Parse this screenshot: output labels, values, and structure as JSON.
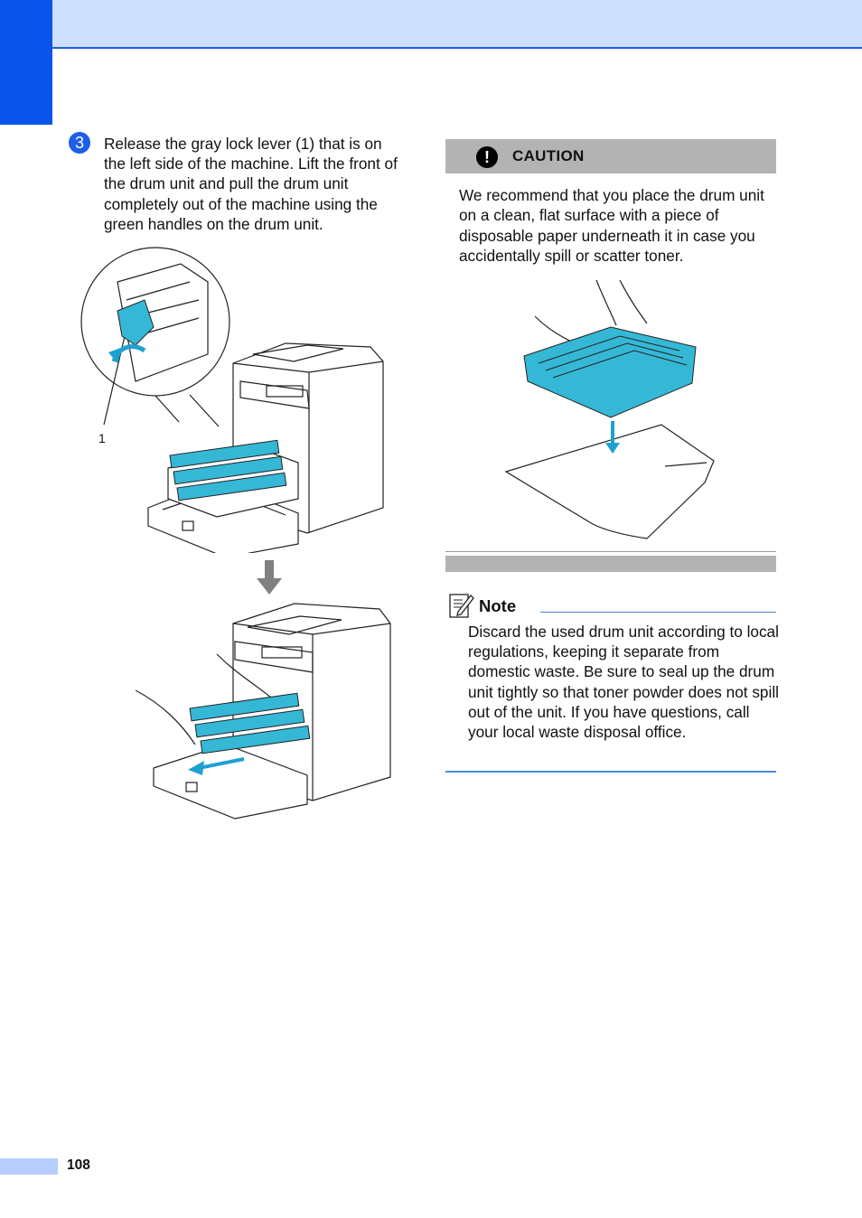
{
  "header": {
    "band_color": "#cfe0ff",
    "tab_color": "#0a54ea"
  },
  "step": {
    "number": "3",
    "text": "Release the gray lock lever (1) that is on the left side of the machine. Lift the front of the drum unit and pull the drum unit completely out of the machine using the green handles on the drum unit."
  },
  "figure_left": {
    "callout_label": "1"
  },
  "caution": {
    "icon": "exclamation-icon",
    "title": "CAUTION",
    "text": "We recommend that you place the drum unit on a clean, flat surface with a piece of disposable paper underneath it in case you accidentally spill or scatter toner."
  },
  "note": {
    "icon": "pencil-note-icon",
    "title": "Note",
    "text": "Discard the used drum unit according to local regulations, keeping it separate from domestic waste. Be sure to seal up the drum unit tightly so that toner powder does not spill out of the unit. If you have questions, call your local waste disposal office."
  },
  "footer": {
    "page_number": "108"
  },
  "colors": {
    "accent": "#1c5ee8",
    "cyan_part": "#35b8d6",
    "gray_bar": "#b3b3b3"
  }
}
